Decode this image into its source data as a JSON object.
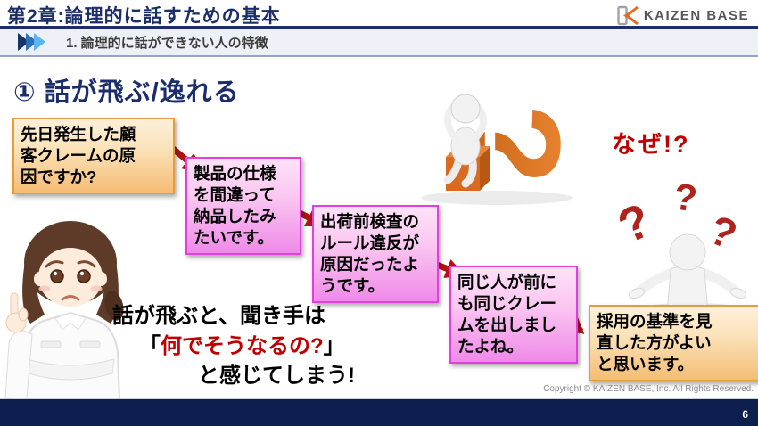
{
  "header": {
    "chapter_title": "第2章:論理的に話すための基本",
    "logo_text": "KAIZEN BASE"
  },
  "subheader": {
    "section_label": "1. 論理的に話ができない人の特徴"
  },
  "content": {
    "slide_title": "① 話が飛ぶ/逸れる",
    "exclaim": "なぜ!?",
    "message": {
      "line1": "話が飛ぶと、聞き手は",
      "bracket_open": "「",
      "highlight": "何でそうなるの?",
      "bracket_close": "」",
      "line3": "と感じてしまう!"
    }
  },
  "flow_boxes": [
    {
      "style": "orange",
      "text": "先日発生した顧\n客クレームの原\n因ですか?"
    },
    {
      "style": "pink",
      "text": "製品の仕様\nを間違って\n納品したみ\nたいです。"
    },
    {
      "style": "pink",
      "text": "出荷前検査の\nルール違反が\n原因だったよ\nうです。"
    },
    {
      "style": "pink",
      "text": "同じ人が前に\nも同じクレー\nムを出しまし\nたよね。"
    },
    {
      "style": "orange",
      "text": "採用の基準を見\n直した方がよい\nと思います。"
    }
  ],
  "footer": {
    "copyright": "Copyright ©  KAIZEN BASE, Inc.  All Rights Reserved.",
    "page_number": "6"
  },
  "colors": {
    "navy": "#1b2d6b",
    "accent_red": "#c00000",
    "arrow_red": "#b21310",
    "orange_box_border": "#e29d3e",
    "pink_box_border": "#e23ee0",
    "footer_bar": "#0d1f4f"
  },
  "icons": {
    "logo_icon": "kaizen-base-k-icon",
    "chevrons": "triple-chevron-right-icon",
    "figure_thinking": "figure-sitting-on-question-mark",
    "figure_confused": "figure-shrugging-with-question-marks",
    "figure_worker": "worried-female-worker"
  }
}
